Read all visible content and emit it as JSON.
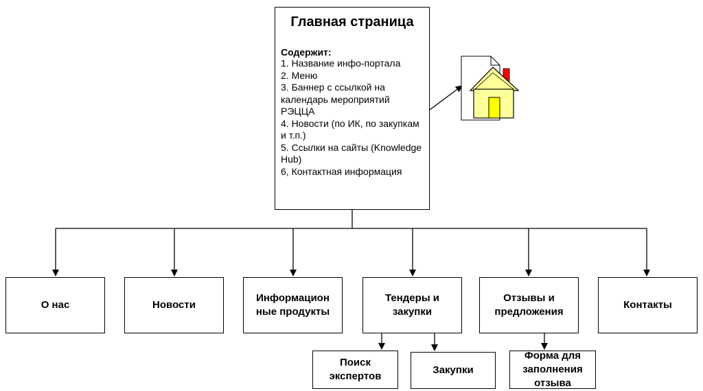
{
  "root": {
    "title": "Главная страница",
    "subtitle": "Содержит:",
    "items": [
      "1. Название инфо-портала",
      "2. Меню",
      "3. Баннер с ссылкой на календарь мероприятий РЭЦЦА",
      "4. Новости (по ИК, по закупкам и т.п.)",
      "5. Ссылки на сайты (Knowledge Hub)",
      "6, Контактная информация"
    ]
  },
  "sections": [
    {
      "id": "about",
      "lines": [
        "О нас"
      ]
    },
    {
      "id": "news",
      "lines": [
        "Новости"
      ]
    },
    {
      "id": "info-products",
      "lines": [
        "Информацион",
        "ные продукты"
      ]
    },
    {
      "id": "tenders",
      "lines": [
        "Тендеры и",
        "закупки"
      ]
    },
    {
      "id": "feedback",
      "lines": [
        "Отзывы и",
        "предложения"
      ]
    },
    {
      "id": "contacts",
      "lines": [
        "Контакты"
      ]
    }
  ],
  "subsections": [
    {
      "id": "expert-search",
      "parent": "tenders",
      "lines": [
        "Поиск",
        "экспертов"
      ]
    },
    {
      "id": "procurement",
      "parent": "tenders",
      "lines": [
        "Закупки"
      ]
    },
    {
      "id": "feedback-form",
      "parent": "feedback",
      "lines": [
        "Форма для",
        "заполнения",
        "отзыва"
      ]
    }
  ],
  "icons": {
    "home": "home-page-icon"
  },
  "colors": {
    "house_wall": "#ffff99",
    "house_roof": "#ffff99",
    "door": "#ffff00",
    "chimney": "#ff0000",
    "line": "#000000"
  }
}
